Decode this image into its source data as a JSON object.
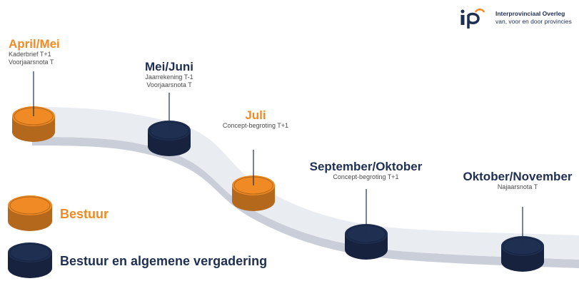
{
  "colors": {
    "bestuur": "#f08a24",
    "vergadering": "#1e2f52",
    "track_top": "#e9ecf1",
    "track_side": "#c9ced8",
    "label_orange": "#f08a24",
    "label_dark": "#1e2f52"
  },
  "logo": {
    "mark": "ip",
    "name": "Interprovinciaal Overleg",
    "tagline": "van, voor en door provincies",
    "icon": "ipo-logo-icon"
  },
  "milestones": [
    {
      "title": "April/Mei",
      "lines": [
        "Kaderbrief T+1",
        "Voorjaarsnota T"
      ],
      "type": "bestuur"
    },
    {
      "title": "Mei/Juni",
      "lines": [
        "Jaarrekening T-1",
        "Voorjaarsnota T"
      ],
      "type": "vergadering"
    },
    {
      "title": "Juli",
      "lines": [
        "Concept-begroting T+1"
      ],
      "type": "bestuur"
    },
    {
      "title": "September/Oktober",
      "lines": [
        "Concept-begroting T+1"
      ],
      "type": "vergadering"
    },
    {
      "title": "Oktober/November",
      "lines": [
        "Najaarsnota T"
      ],
      "type": "vergadering"
    }
  ],
  "legend": [
    {
      "label": "Bestuur",
      "type": "bestuur"
    },
    {
      "label": "Bestuur en algemene vergadering",
      "type": "vergadering"
    }
  ]
}
